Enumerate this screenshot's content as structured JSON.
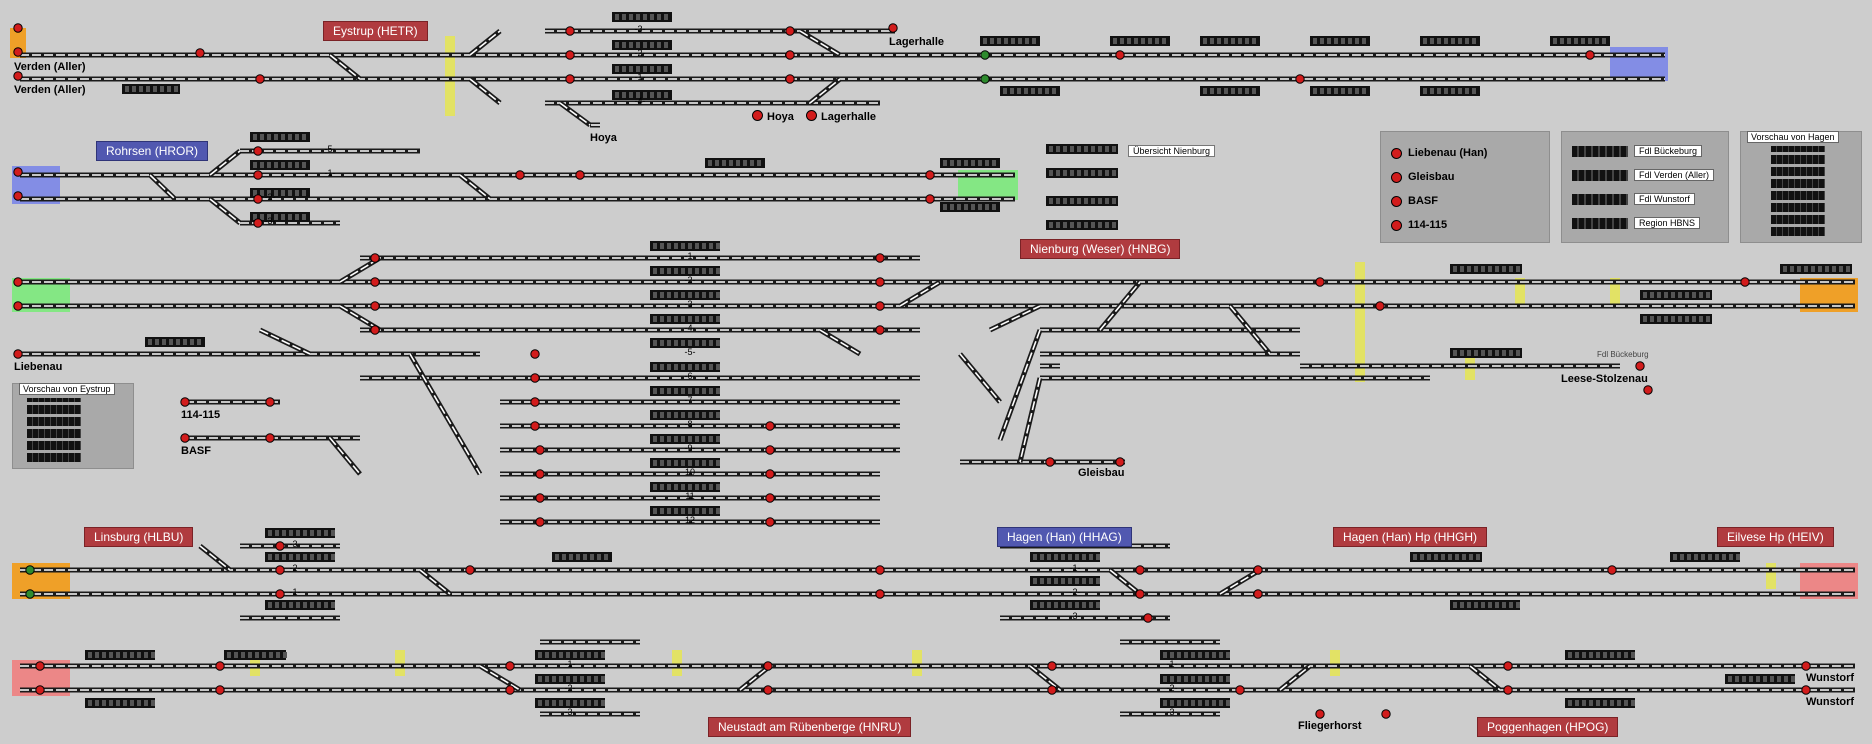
{
  "stations": [
    {
      "id": "hetr",
      "label": "Eystrup (HETR)",
      "color": "red"
    },
    {
      "id": "hror",
      "label": "Rohrsen (HROR)",
      "color": "blue"
    },
    {
      "id": "hnbg",
      "label": "Nienburg (Weser) (HNBG)",
      "color": "red"
    },
    {
      "id": "hlbu",
      "label": "Linsburg (HLBU)",
      "color": "red"
    },
    {
      "id": "hhag",
      "label": "Hagen (Han) (HHAG)",
      "color": "blue"
    },
    {
      "id": "hhgh",
      "label": "Hagen (Han) Hp (HHGH)",
      "color": "red"
    },
    {
      "id": "heiv",
      "label": "Eilvese Hp (HEIV)",
      "color": "red"
    },
    {
      "id": "hnru",
      "label": "Neustadt am Rübenberge (HNRU)",
      "color": "red"
    },
    {
      "id": "hpog",
      "label": "Poggenhagen (HPOG)",
      "color": "red"
    }
  ],
  "endpoints": [
    {
      "id": "verden1",
      "label": "Verden (Aller)"
    },
    {
      "id": "verden2",
      "label": "Verden (Aller)"
    },
    {
      "id": "lagerhalle_top",
      "label": "Lagerhalle"
    },
    {
      "id": "hoya_mid",
      "label": "Hoya"
    },
    {
      "id": "lagerhalle_mid",
      "label": "Lagerhalle"
    },
    {
      "id": "hoya",
      "label": "Hoya"
    },
    {
      "id": "liebenau",
      "label": "Liebenau"
    },
    {
      "id": "r114",
      "label": "114-115"
    },
    {
      "id": "basf",
      "label": "BASF"
    },
    {
      "id": "gleisbau",
      "label": "Gleisbau"
    },
    {
      "id": "leese",
      "label": "Leese-Stolzenau"
    },
    {
      "id": "fdl_bueckeburg_small",
      "label": "Fdl Bückeburg"
    },
    {
      "id": "fliegerhorst",
      "label": "Fliegerhorst"
    },
    {
      "id": "wunstorf1",
      "label": "Wunstorf"
    },
    {
      "id": "wunstorf2",
      "label": "Wunstorf"
    }
  ],
  "overview_label": "Übersicht Nienburg",
  "panel_destinations": {
    "items": [
      "Liebenau (Han)",
      "Gleisbau",
      "BASF",
      "114-115"
    ]
  },
  "panel_fdl": {
    "items": [
      "Fdl Bückeburg",
      "Fdl Verden (Aller)",
      "Fdl Wunstorf",
      "Region HBNS"
    ]
  },
  "panel_hagen": {
    "title": "Vorschau von Hagen"
  },
  "panel_eystrup": {
    "title": "Vorschau von Eystrup"
  },
  "track_numbers": {
    "eystrup": [
      "-3-",
      "-2-",
      "-1-",
      "-4-"
    ],
    "rohrsen": [
      "-5-",
      "-1-",
      "-2-",
      "-3-"
    ],
    "nienburg": [
      "-1-",
      "-2-",
      "-3-",
      "-4-",
      "-5-",
      "-6-",
      "-7-",
      "-8-",
      "-9-",
      "10",
      "11",
      "12"
    ],
    "linsburg": [
      "-3-",
      "-2-",
      "-1-"
    ],
    "hagen": [
      "-1-",
      "-2-",
      "-3-"
    ],
    "neustadt": [
      "-1-",
      "-2-",
      "-3-"
    ],
    "poggenhagen": [
      "-1-",
      "-2-",
      "-3-"
    ]
  },
  "colors": {
    "background": "#cdcdcd",
    "rail": "#ffffff",
    "signal_red": "#d21c1c",
    "signal_green": "#2e8b2e",
    "station_red": "#b03b3f",
    "station_blue": "#5158b0",
    "highlight_orange": "#f39b16",
    "highlight_green": "#7cea7c",
    "highlight_blue": "#7b86e8",
    "highlight_pink": "#f08080",
    "highlight_yellow": "#e4e45a"
  }
}
